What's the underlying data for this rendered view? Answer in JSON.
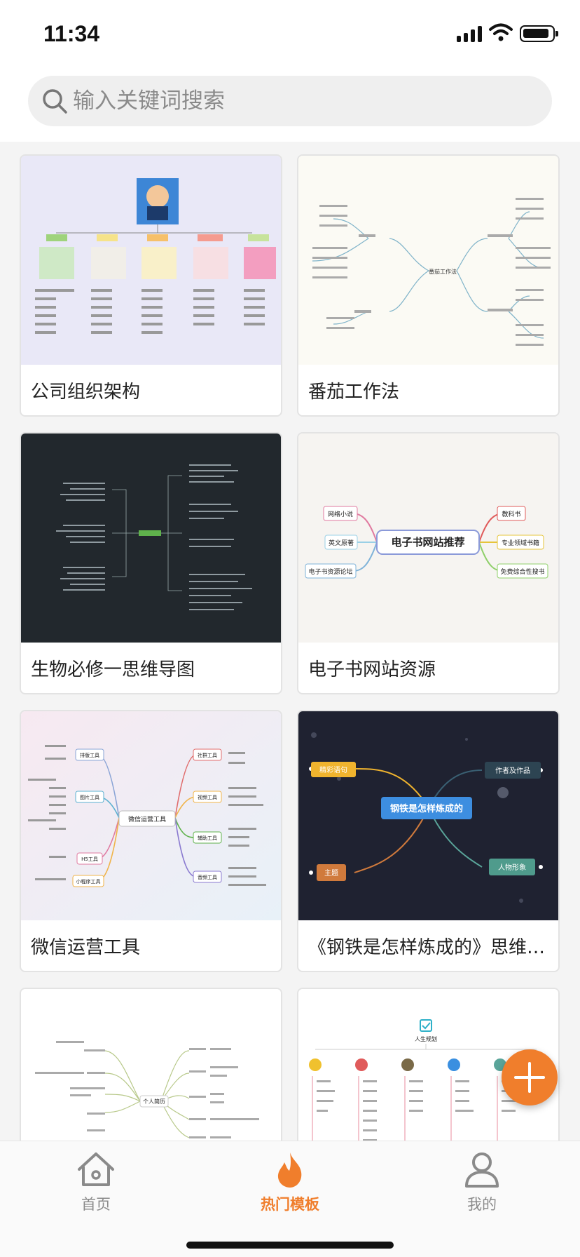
{
  "status_bar": {
    "time": "11:34"
  },
  "search": {
    "placeholder": "输入关键词搜索"
  },
  "templates": [
    {
      "title": "公司组织架构"
    },
    {
      "title": "番茄工作法"
    },
    {
      "title": "生物必修一思维导图"
    },
    {
      "title": "电子书网站资源"
    },
    {
      "title": "微信运营工具"
    },
    {
      "title": "《钢铁是怎样炼成的》思维导图"
    },
    {
      "title": ""
    },
    {
      "title": ""
    }
  ],
  "thumbnails": {
    "ebook": {
      "center": "电子书网站推荐",
      "left": [
        "网络小说",
        "英文原著",
        "电子书资源论坛"
      ],
      "right": [
        "教科书",
        "专业领域书籍",
        "免费综合性搜书"
      ]
    },
    "steel": {
      "center": "钢铁是怎样炼成的",
      "nodes": [
        "精彩语句",
        "作者及作品",
        "主题",
        "人物形象"
      ]
    },
    "wechat": {
      "center": "微信运营工具",
      "left": [
        "排版工具",
        "图片工具",
        "H5工具",
        "小程序工具"
      ],
      "right": [
        "社群工具",
        "视频工具",
        "辅助工具",
        "音频工具"
      ]
    },
    "tomato": {
      "center": "番茄工作法"
    },
    "resume": {
      "center": "个人简历"
    },
    "life": {
      "center": "人生规划"
    }
  },
  "tabs": [
    {
      "label": "首页",
      "icon": "home-icon"
    },
    {
      "label": "热门模板",
      "icon": "flame-icon",
      "active": true
    },
    {
      "label": "我的",
      "icon": "user-icon"
    }
  ],
  "colors": {
    "accent": "#f07e2c"
  }
}
